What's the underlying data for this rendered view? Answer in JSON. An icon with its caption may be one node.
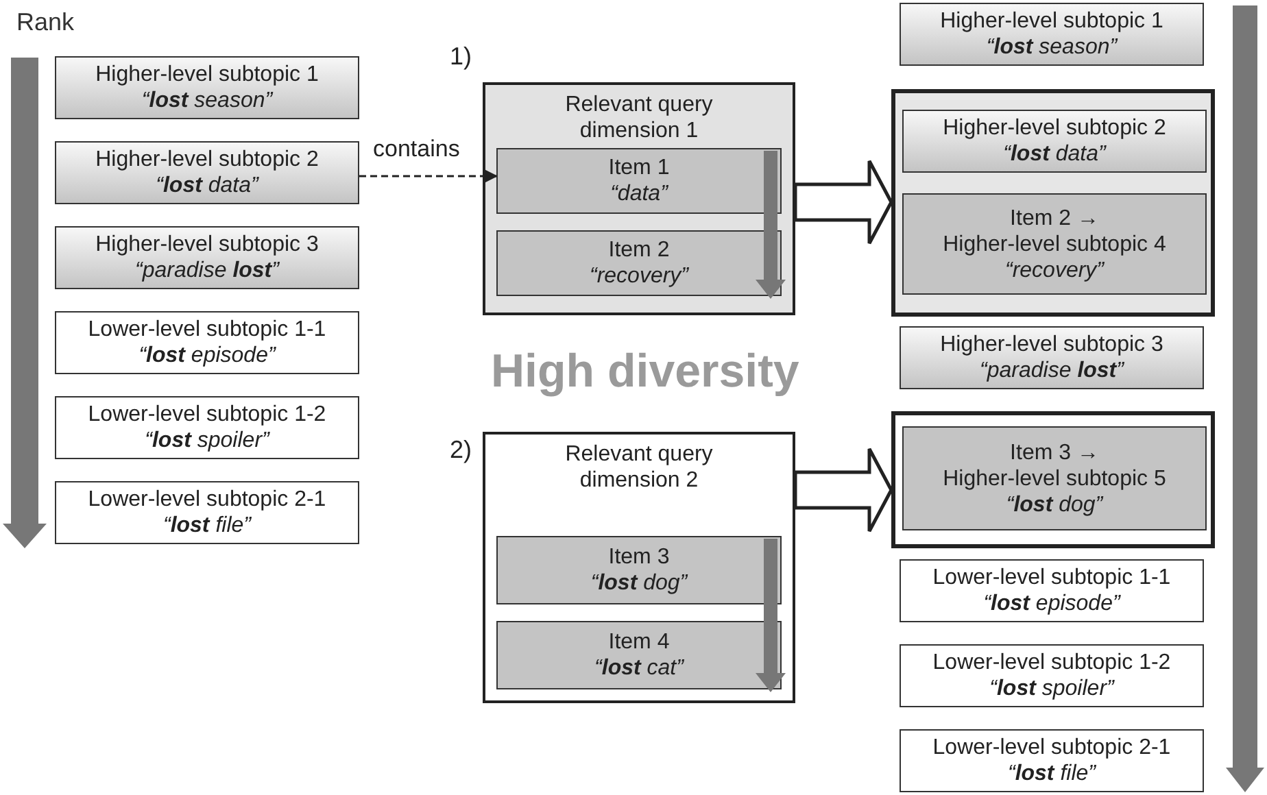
{
  "diagram": {
    "nodes": [
      {
        "text": [
          "Higher-level subtopic 1",
          "“**lost** season”"
        ]
      },
      {
        "text": [
          "Higher-level subtopic 2",
          "“**lost** data”"
        ]
      },
      {
        "text": [
          "Higher-level subtopic 3",
          "“paradise **lost**”"
        ]
      },
      {
        "text": [
          "Lower-level subtopic 1-1",
          "“**lost** episode”"
        ]
      },
      {
        "text": [
          "Lower-level subtopic 1-2",
          "“**lost** spoiler”"
        ]
      },
      {
        "text": [
          "Lower-level subtopic 2-1",
          "“**lost** file”"
        ]
      },
      {
        "text": [
          "Relevant query dimension 1"
        ],
        "beside": [
          "1)"
        ]
      },
      {
        "text": [
          "Item 1",
          "“data”"
        ],
        "in": 6
      },
      {
        "text": [
          "Item 2",
          "“recovery”"
        ],
        "in": 6
      },
      {
        "text": [
          "Relevant query dimension 2"
        ],
        "beside": [
          "2)"
        ]
      },
      {
        "text": [
          "Item 3",
          "“**lost** dog”"
        ],
        "in": 9
      },
      {
        "text": [
          "Item 4",
          "“**lost** cat”"
        ],
        "in": 9
      },
      {
        "text": [
          "Higher-level subtopic 1",
          "“**lost** season”"
        ]
      },
      {
        "text": [],
        "shape": "box"
      },
      {
        "text": [
          "Higher-level subtopic 2",
          "“**lost** data”"
        ],
        "in": 13
      },
      {
        "text": [
          "Item 2 →",
          "Higher-level subtopic 4",
          "“recovery”"
        ],
        "in": 13
      },
      {
        "text": [
          "Higher-level subtopic 3",
          "“paradise **lost**”"
        ]
      },
      {
        "text": [],
        "shape": "box"
      },
      {
        "text": [
          "Item 3 →",
          "Higher-level subtopic 5",
          "“**lost** dog”"
        ],
        "in": 17
      },
      {
        "text": [
          "Lower-level subtopic 1-1",
          "“**lost** episode”"
        ]
      },
      {
        "text": [
          "Lower-level subtopic 1-2",
          "“**lost** spoiler”"
        ]
      },
      {
        "text": [
          "Lower-level subtopic 2-1",
          "“**lost** file”"
        ]
      }
    ],
    "edges": [
      {
        "from": 1,
        "to": 7,
        "arrow": "to",
        "label": "contains",
        "style": "dashed"
      },
      {
        "from": 6,
        "to": 13,
        "arrow": "to",
        "style": "thick"
      },
      {
        "from": 9,
        "to": 17,
        "arrow": "to",
        "style": "thick"
      }
    ],
    "labels": [
      "Rank",
      "High diversity"
    ]
  }
}
